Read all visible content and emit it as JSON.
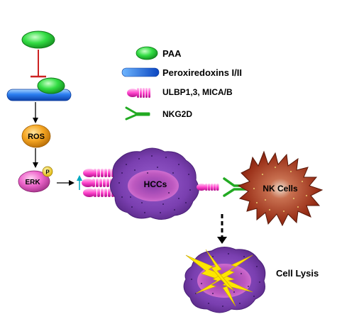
{
  "legend": {
    "paa": "PAA",
    "peroxiredoxins": "Peroxiredoxins I/II",
    "ulbp": "ULBP1,3, MICA/B",
    "nkg2d": "NKG2D"
  },
  "pathway": {
    "ros": "ROS",
    "erk": "ERK",
    "phospho": "P"
  },
  "cells": {
    "hccs": "HCCs",
    "nk_cells": "NK Cells",
    "cell_lysis": "Cell Lysis"
  },
  "colors": {
    "paa_green": "#2ecc40",
    "peroxiredoxin_blue": "#1f6fe0",
    "ulbp_magenta": "#ff33cc",
    "nkg2d_green": "#22aa22",
    "inhibit_red": "#cc2222",
    "ros_orange": "#f0a020",
    "erk_pink": "#ee66cc",
    "hcc_purple": "#7a3fb0",
    "nk_red": "#a83a1a",
    "lightning_yellow": "#ffe600",
    "upregulation_arrow": "#00a8c0"
  }
}
